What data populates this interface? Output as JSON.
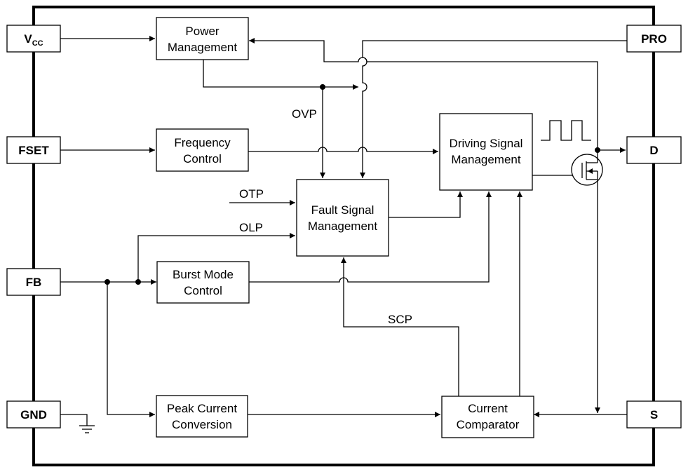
{
  "pins": {
    "vcc": {
      "main": "V",
      "sub": "CC"
    },
    "fset": "FSET",
    "fb": "FB",
    "gnd": "GND",
    "pro": "PRO",
    "d": "D",
    "s": "S"
  },
  "blocks": {
    "power_management": [
      "Power",
      "Management"
    ],
    "frequency_control": [
      "Frequency",
      "Control"
    ],
    "burst_mode_control": [
      "Burst Mode",
      "Control"
    ],
    "peak_current_conversion": [
      "Peak Current",
      "Conversion"
    ],
    "fault_signal_management": [
      "Fault Signal",
      "Management"
    ],
    "driving_signal_management": [
      "Driving Signal",
      "Management"
    ],
    "current_comparator": [
      "Current",
      "Comparator"
    ]
  },
  "labels": {
    "ovp": "OVP",
    "otp": "OTP",
    "olp": "OLP",
    "scp": "SCP"
  }
}
